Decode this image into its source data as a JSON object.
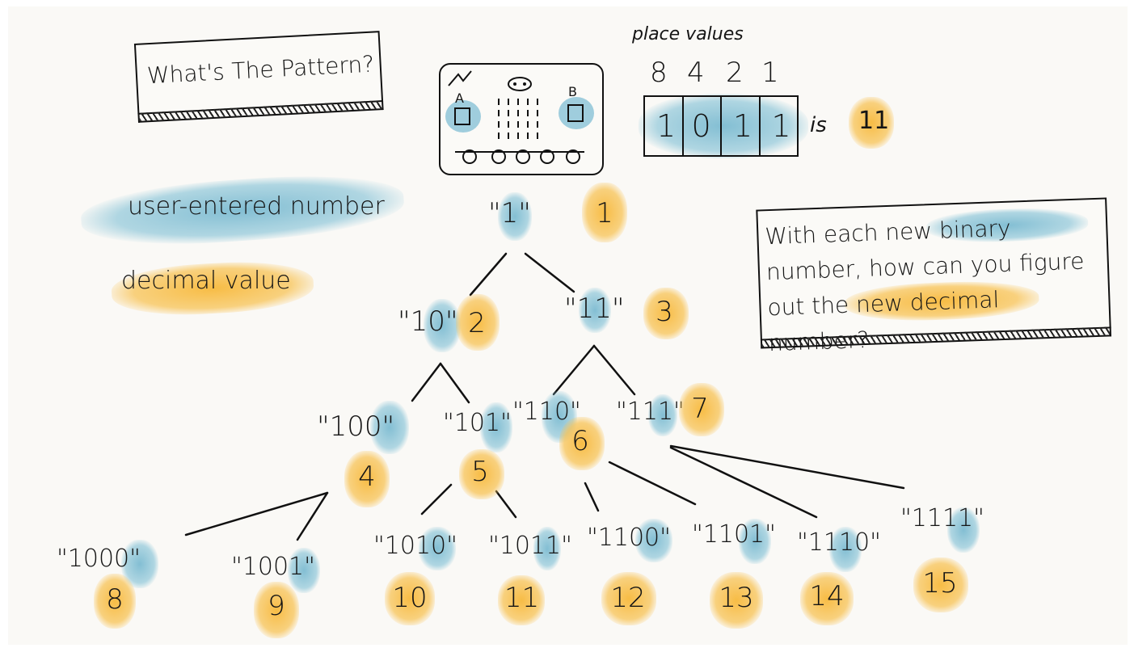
{
  "title": "What's The Pattern?",
  "legend": {
    "user_entered": "user-entered number",
    "decimal": "decimal value"
  },
  "place_values": {
    "heading": "place values",
    "values": [
      "8",
      "4",
      "2",
      "1"
    ],
    "bits": [
      "1",
      "0",
      "1",
      "1"
    ],
    "is_label": "is",
    "result": "11"
  },
  "microbit": {
    "button_a": "A",
    "button_b": "B"
  },
  "question": "With each new binary number, how can you figure out the new decimal number?",
  "tree": [
    {
      "id": "n1",
      "binary": "\"1\"",
      "decimal": "1"
    },
    {
      "id": "n2",
      "binary": "\"10\"",
      "decimal": "2"
    },
    {
      "id": "n3",
      "binary": "\"11\"",
      "decimal": "3"
    },
    {
      "id": "n4",
      "binary": "\"100\"",
      "decimal": "4"
    },
    {
      "id": "n5",
      "binary": "\"101\"",
      "decimal": "5"
    },
    {
      "id": "n6",
      "binary": "\"110\"",
      "decimal": "6"
    },
    {
      "id": "n7",
      "binary": "\"111\"",
      "decimal": "7"
    },
    {
      "id": "n8",
      "binary": "\"1000\"",
      "decimal": "8"
    },
    {
      "id": "n9",
      "binary": "\"1001\"",
      "decimal": "9"
    },
    {
      "id": "n10",
      "binary": "\"1010\"",
      "decimal": "10"
    },
    {
      "id": "n11",
      "binary": "\"1011\"",
      "decimal": "11"
    },
    {
      "id": "n12",
      "binary": "\"1100\"",
      "decimal": "12"
    },
    {
      "id": "n13",
      "binary": "\"1101\"",
      "decimal": "13"
    },
    {
      "id": "n14",
      "binary": "\"1110\"",
      "decimal": "14"
    },
    {
      "id": "n15",
      "binary": "\"1111\"",
      "decimal": "15"
    }
  ],
  "colors": {
    "highlight_blue": "#7fbcd2",
    "highlight_orange": "#f6b93b",
    "ink": "#111111",
    "paper": "#faf9f6"
  }
}
